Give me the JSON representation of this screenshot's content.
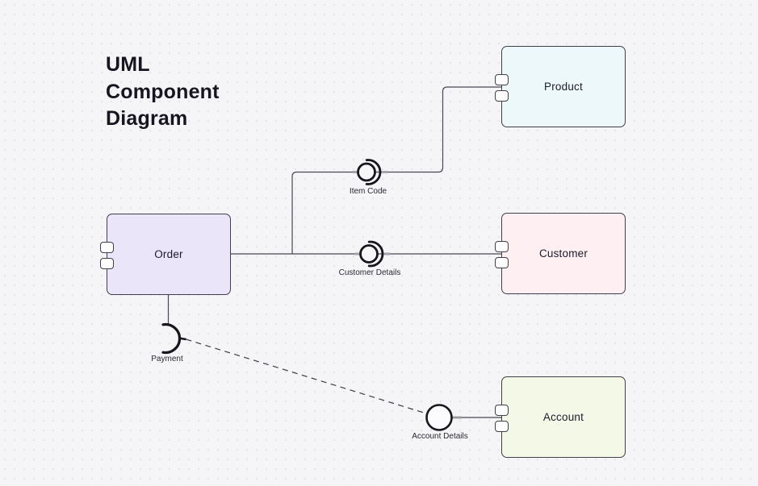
{
  "title": {
    "text": "UML Component Diagram"
  },
  "canvas": {
    "background": "#f5f4f6",
    "edge_color": "#4a4852",
    "connector_color": "#17161c"
  },
  "components": [
    {
      "name": "Product",
      "fill": "#edf8fb",
      "border": "#403e4a"
    },
    {
      "name": "Order",
      "fill": "#eae5f8",
      "border": "#403e4a"
    },
    {
      "name": "Customer",
      "fill": "#fdeff2",
      "border": "#403e4a"
    },
    {
      "name": "Account",
      "fill": "#f3f9e6",
      "border": "#403e4a"
    }
  ],
  "interfaces": [
    {
      "name": "Item Code",
      "kind": "ball-and-socket"
    },
    {
      "name": "Customer Details",
      "kind": "ball-and-socket"
    },
    {
      "name": "Payment",
      "kind": "socket"
    },
    {
      "name": "Account Details",
      "kind": "ball"
    }
  ],
  "edges": [
    {
      "from": "Order",
      "to": "Product",
      "via": "Item Code",
      "style": "solid"
    },
    {
      "from": "Order",
      "to": "Customer",
      "via": "Customer Details",
      "style": "solid"
    },
    {
      "from": "Order",
      "via": "Payment",
      "style": "solid"
    },
    {
      "from": "Payment",
      "to": "Account Details",
      "style": "dashed"
    },
    {
      "from": "Account Details",
      "to": "Account",
      "style": "solid"
    }
  ]
}
